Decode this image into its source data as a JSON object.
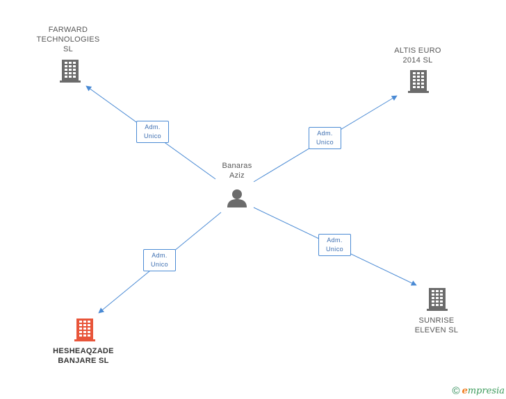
{
  "person": {
    "name_line1": "Banaras",
    "name_line2": "Aziz",
    "icon": "person-icon"
  },
  "companies": [
    {
      "id": "farward",
      "line1": "FARWARD",
      "line2": "TECHNOLOGIES",
      "line3": "SL",
      "icon": "building-icon",
      "color": "#6b6b6b"
    },
    {
      "id": "altis",
      "line1": "ALTIS EURO",
      "line2": "2014  SL",
      "icon": "building-icon",
      "color": "#6b6b6b"
    },
    {
      "id": "hesheaqzade",
      "line1": "HESHEAQZADE",
      "line2": "BANJARE  SL",
      "icon": "building-icon",
      "color": "#e8553a",
      "highlight": true
    },
    {
      "id": "sunrise",
      "line1": "SUNRISE",
      "line2": "ELEVEN  SL",
      "icon": "building-icon",
      "color": "#6b6b6b"
    }
  ],
  "relations": [
    {
      "target": "farward",
      "line1": "Adm.",
      "line2": "Unico"
    },
    {
      "target": "altis",
      "line1": "Adm.",
      "line2": "Unico"
    },
    {
      "target": "hesheaqzade",
      "line1": "Adm.",
      "line2": "Unico"
    },
    {
      "target": "sunrise",
      "line1": "Adm.",
      "line2": "Unico"
    }
  ],
  "colors": {
    "edge": "#4a8ad4",
    "building_default": "#6b6b6b",
    "building_highlight": "#e8553a",
    "person": "#6b6b6b"
  },
  "footer": {
    "copyright_symbol": "©",
    "brand_initial": "e",
    "brand_rest": "mpresia"
  }
}
